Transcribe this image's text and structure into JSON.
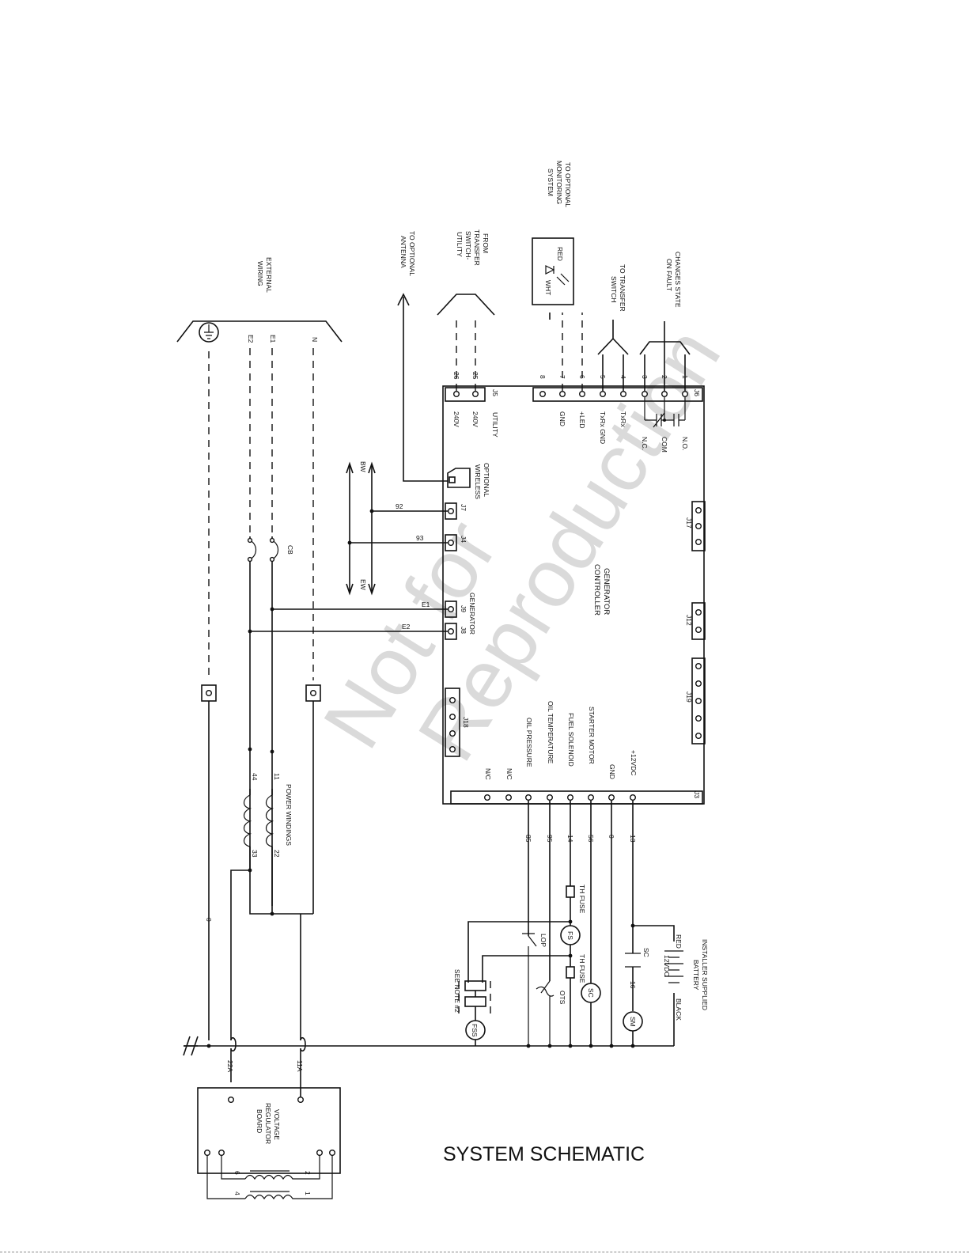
{
  "title": "SYSTEM SCHEMATIC",
  "watermark": [
    "Not for",
    "Reproduction"
  ],
  "controller": {
    "name_line1": "GENERATOR",
    "name_line2": "CONTROLLER",
    "wireless_line1": "OPTIONAL",
    "wireless_line2": "WIRELESS",
    "antenna_line1": "TO OPTIONAL",
    "antenna_line2": "ANTENNA"
  },
  "connectors": {
    "j5": "J5",
    "j6": "J6",
    "j7": "J7",
    "j4": "J4",
    "j9": "J9",
    "j8": "J8",
    "j18": "J18",
    "j3": "J3",
    "j17": "J17",
    "j12": "J12",
    "j19": "J19",
    "j5_label": "UTILITY",
    "j9_label": "GENERATOR"
  },
  "j5_pins": {
    "pin25": "25",
    "pin26": "26",
    "v1": "240V",
    "v2": "240V",
    "src_line1": "FROM",
    "src_line2": "TRANSFER",
    "src_line3": "SWITCH-",
    "src_line4": "UTILITY"
  },
  "j6_pins": {
    "p1": "1",
    "p2": "2",
    "p3": "3",
    "p4": "4",
    "p5": "5",
    "p6": "6",
    "p7": "7",
    "p8": "8",
    "no": "N.O.",
    "com": "COM",
    "nc": "N.C.",
    "txrx": "TxRx",
    "txrx_gnd": "TxRx GND",
    "led": "+LED",
    "gnd": "GND",
    "fault_line1": "CHANGES STATE",
    "fault_line2": "ON FAULT",
    "ts_line1": "TO TRANSFER",
    "ts_line2": "SWITCH",
    "mon_line1": "TO OPTIONAL",
    "mon_line2": "MONITORING",
    "mon_line3": "SYSTEM",
    "red": "RED",
    "wht": "WHT"
  },
  "bus": {
    "w92": "92",
    "w93": "93",
    "bw": "BW",
    "ew": "EW"
  },
  "external": {
    "line1": "EXTERNAL",
    "line2": "WIRING",
    "e2": "E2",
    "e1": "E1",
    "n": "N",
    "cb": "CB",
    "e1_wire": "E1",
    "e2_wire": "E2"
  },
  "windings": {
    "label": "POWER WINDINGS",
    "w44": "44",
    "w11": "11",
    "w33": "33",
    "w22": "22",
    "w0": "0",
    "w22a": "22A",
    "w11a": "11A"
  },
  "j3_pins": {
    "v12": "+12VDC",
    "gnd": "GND",
    "starter": "STARTER MOTOR",
    "fuel": "FUEL SOLENOID",
    "oiltemp": "OIL TEMPERATURE",
    "oilpress": "OIL PRESSURE",
    "nc1": "N/C",
    "nc2": "N/C",
    "w13": "13",
    "w0": "0",
    "w56": "56",
    "w14": "14",
    "w95": "95",
    "w85": "85"
  },
  "engine": {
    "th_fuse_1": "TH FUSE",
    "th_fuse_2": "TH FUSE",
    "fs": "FS",
    "sc": "SC",
    "sm": "SM",
    "fss": "FSS",
    "lop": "LOP",
    "ots": "OTS",
    "sc_relay": "SC",
    "w16": "16",
    "see_note": "SEE NOTE #2",
    "battery_line1": "INSTALLER SUPPLIED",
    "battery_line2": "BATTERY",
    "battery_v": "12VDC",
    "red": "RED",
    "black": "BLACK"
  },
  "regulator": {
    "line1": "VOLTAGE",
    "line2": "REGULATOR",
    "line3": "BOARD",
    "p6": "6",
    "p2": "2",
    "p4": "4",
    "p1": "1"
  }
}
